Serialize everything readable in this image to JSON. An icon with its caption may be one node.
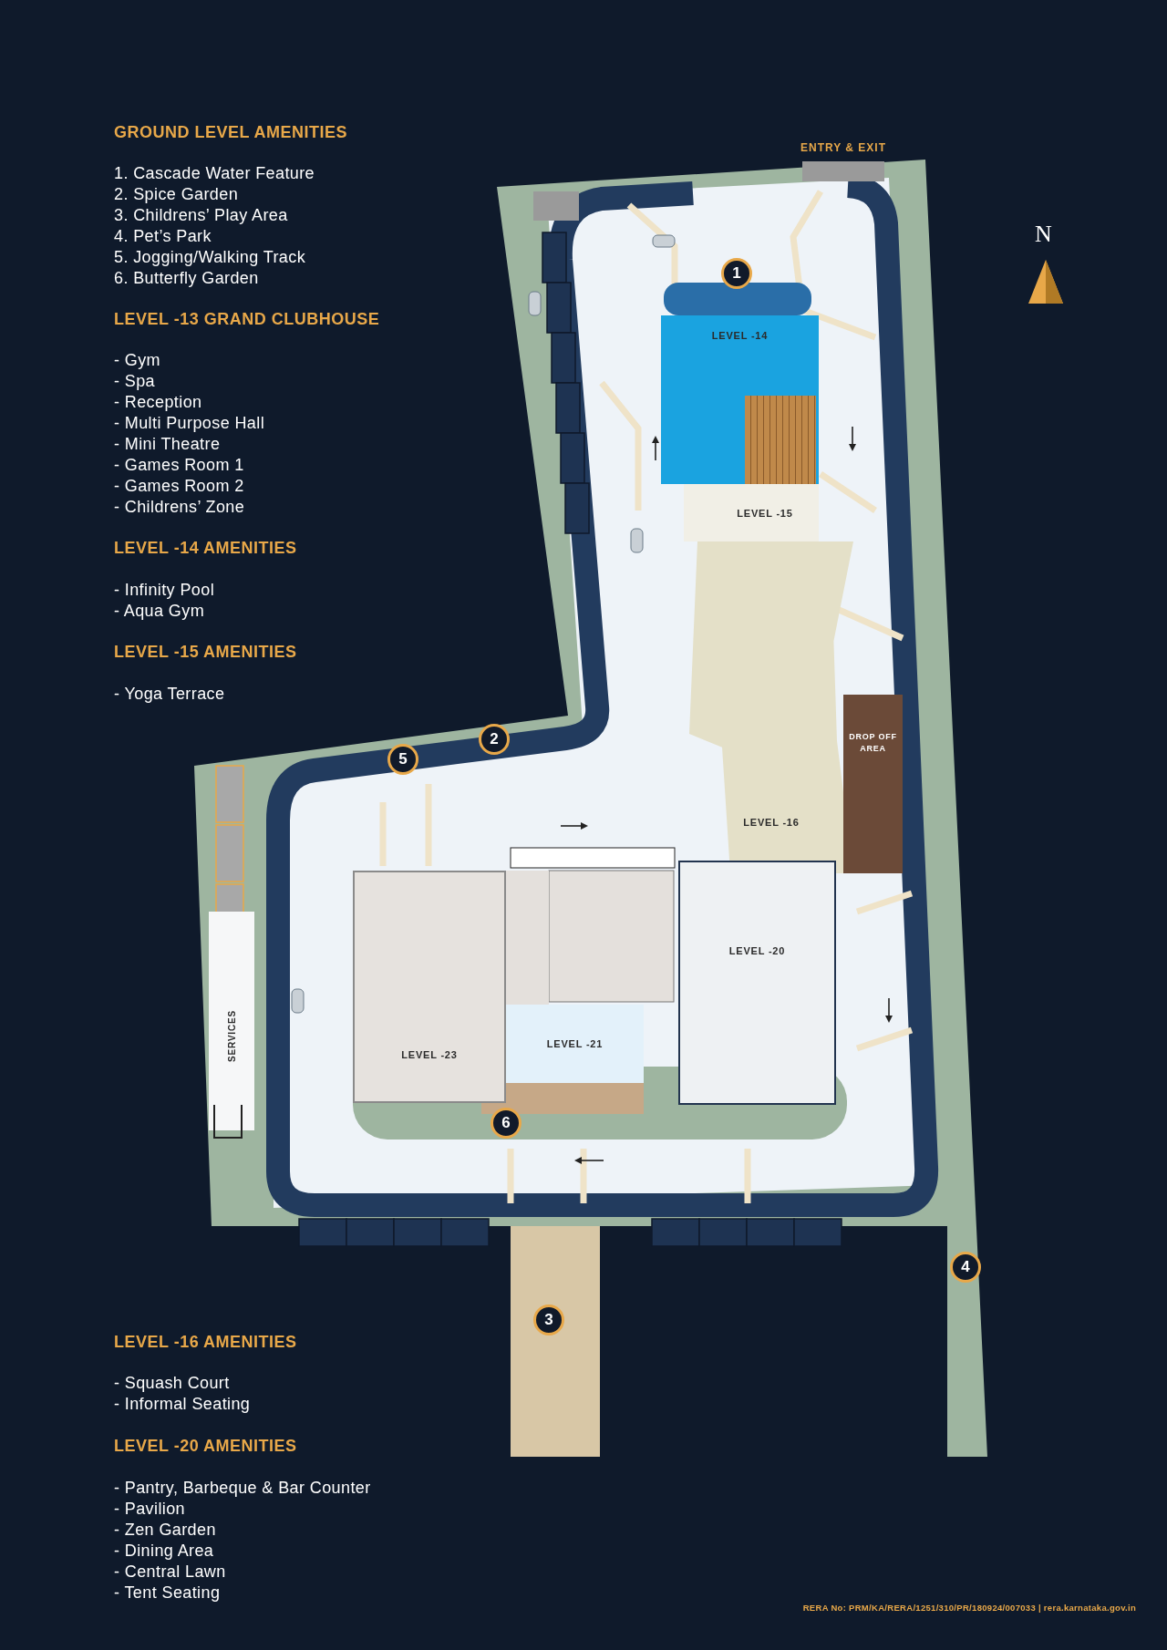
{
  "diagram": {
    "nodes": [
      {
        "text": [
          "LEVEL -14"
        ]
      },
      {
        "text": [
          "LEVEL -15"
        ]
      },
      {
        "text": [
          "LEVEL -16"
        ]
      },
      {
        "text": [
          "DROP OFF AREA"
        ]
      },
      {
        "text": [
          "LEVEL -20"
        ]
      },
      {
        "text": [
          "LEVEL -21"
        ]
      },
      {
        "text": [
          "LEVEL -23"
        ]
      },
      {
        "text": [
          "SERVICES"
        ]
      },
      {
        "text": [
          "1"
        ]
      },
      {
        "text": [
          "2"
        ]
      },
      {
        "text": [
          "3"
        ]
      },
      {
        "text": [
          "4"
        ]
      },
      {
        "text": [
          "5"
        ]
      },
      {
        "text": [
          "6"
        ]
      }
    ],
    "labels": [
      "GROUND LEVEL AMENITIES",
      "1. Cascade Water Feature",
      "2. Spice Garden",
      "3. Childrens’ Play Area",
      "4. Pet’s Park",
      "5. Jogging/Walking Track",
      "6. Butterfly Garden",
      "LEVEL -13 GRAND CLUBHOUSE",
      "- Gym",
      "- Spa",
      "- Reception",
      "- Multi Purpose Hall",
      "- Mini Theatre",
      "- Games Room 1",
      "- Games Room 2",
      "- Childrens’ Zone",
      "LEVEL -14 AMENITIES",
      "- Infinity Pool",
      "- Aqua Gym",
      "LEVEL -15 AMENITIES",
      "- Yoga Terrace",
      "ENTRY & EXIT",
      "N",
      "LEVEL -16 AMENITIES",
      "- Squash Court",
      "- Informal Seating",
      "LEVEL -20 AMENITIES",
      "- Pantry, Barbeque & Bar Counter",
      "- Pavilion",
      "- Zen Garden",
      "- Dining Area",
      "- Central Lawn",
      "- Tent Seating",
      "RERA No: PRM/KA/RERA/1251/310/PR/180924/007033 | rera.karnataka.gov.in"
    ]
  }
}
